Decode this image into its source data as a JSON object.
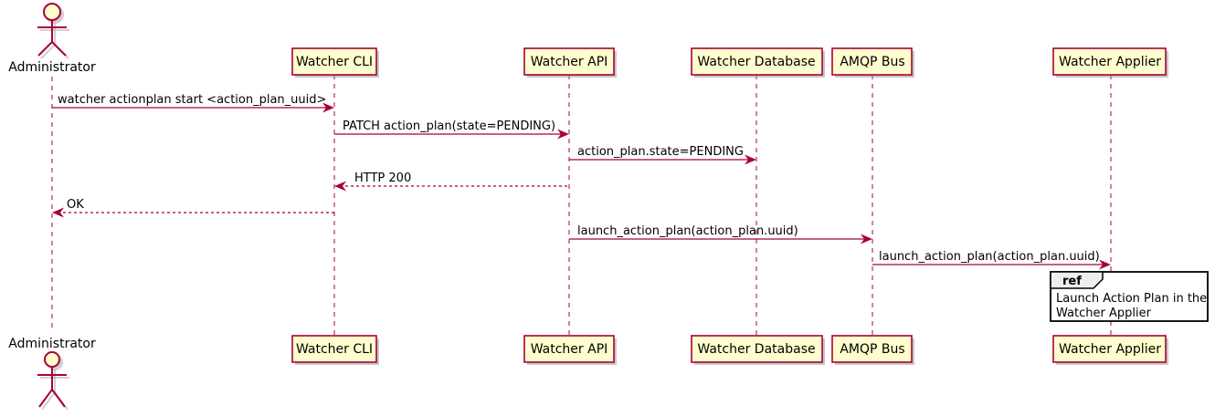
{
  "diagram": {
    "type": "sequence-diagram",
    "actor": {
      "name": "Administrator"
    },
    "participants": [
      {
        "label": "Watcher CLI"
      },
      {
        "label": "Watcher API"
      },
      {
        "label": "Watcher Database"
      },
      {
        "label": "AMQP Bus"
      },
      {
        "label": "Watcher Applier"
      }
    ],
    "messages": [
      {
        "label": "watcher actionplan start <action_plan_uuid>",
        "from": "Administrator",
        "to": "Watcher CLI",
        "line": "solid"
      },
      {
        "label": "PATCH action_plan(state=PENDING)",
        "from": "Watcher CLI",
        "to": "Watcher API",
        "line": "solid"
      },
      {
        "label": "action_plan.state=PENDING",
        "from": "Watcher API",
        "to": "Watcher Database",
        "line": "solid"
      },
      {
        "label": "HTTP 200",
        "from": "Watcher API",
        "to": "Watcher CLI",
        "line": "dashed"
      },
      {
        "label": "OK",
        "from": "Watcher CLI",
        "to": "Administrator",
        "line": "dashed"
      },
      {
        "label": "launch_action_plan(action_plan.uuid)",
        "from": "Watcher API",
        "to": "AMQP Bus",
        "line": "solid"
      },
      {
        "label": "launch_action_plan(action_plan.uuid)",
        "from": "AMQP Bus",
        "to": "Watcher Applier",
        "line": "solid"
      }
    ],
    "ref_fragment": {
      "keyword": "ref",
      "line1": "Launch Action Plan in the",
      "line2": "Watcher Applier",
      "over": "Watcher Applier"
    },
    "colors": {
      "participant_fill": "#FEFECE",
      "participant_border": "#A80036",
      "arrow": "#A80036",
      "lifeline": "#A80036",
      "text": "#000000",
      "ref_header_fill": "#EEEEEE",
      "ref_border": "#000000",
      "background": "#FFFFFF"
    }
  }
}
